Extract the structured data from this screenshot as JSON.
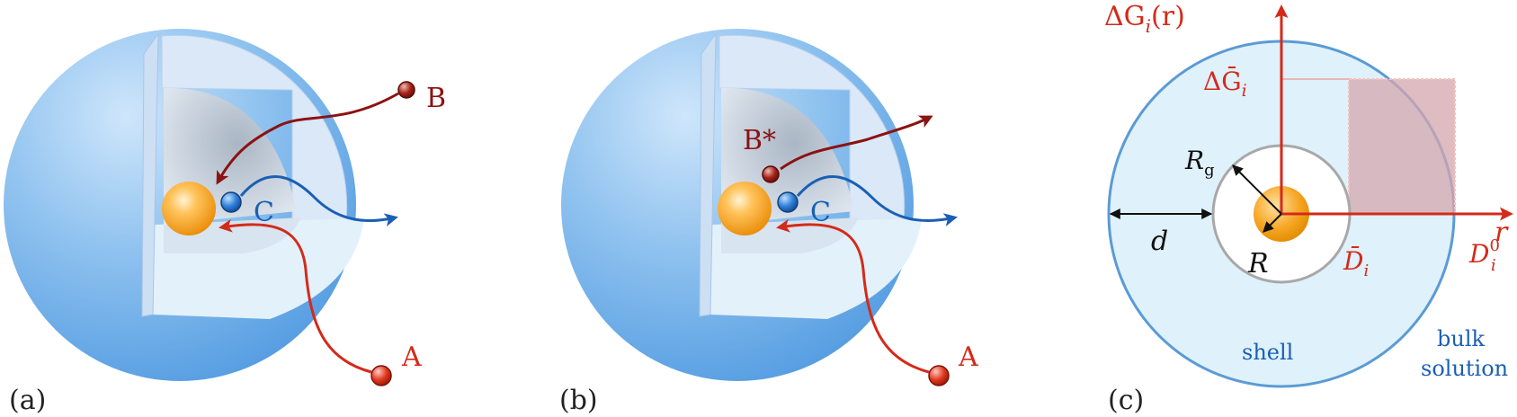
{
  "panels": [
    {
      "id": "a",
      "caption": "(a)",
      "labels": {
        "B": "B",
        "C": "C",
        "A": "A"
      }
    },
    {
      "id": "b",
      "caption": "(b)",
      "labels": {
        "B": "B*",
        "C": "C",
        "A": "A"
      }
    }
  ],
  "panel_c": {
    "caption": "(c)",
    "y_axis_label": {
      "main": "ΔG",
      "sub": "i",
      "tail": "(r)"
    },
    "x_axis_label": "r",
    "dg_bar_label": {
      "main": "ΔḠ",
      "sub": "i"
    },
    "rg_label": {
      "main": "R",
      "sub": "g"
    },
    "r_label": "R",
    "d_label": "d",
    "dbar_label": {
      "main": "D̄",
      "sub": "i"
    },
    "d0_label": {
      "main": "D",
      "sub": "i",
      "sup": "0"
    },
    "shell_label": "shell",
    "bulk_label_line1": "bulk",
    "bulk_label_line2": "solution"
  },
  "colors": {
    "dark_red": "#8b1212",
    "red": "#d42a1a",
    "blue": "#1a5fb4",
    "caption": "#222222",
    "shell_fill": "#dff1fb",
    "shell_stroke": "#5b9bd5",
    "gray": "#a8a8a8",
    "gold": "#f5a623",
    "bar_fill": "#d4a6ad"
  }
}
